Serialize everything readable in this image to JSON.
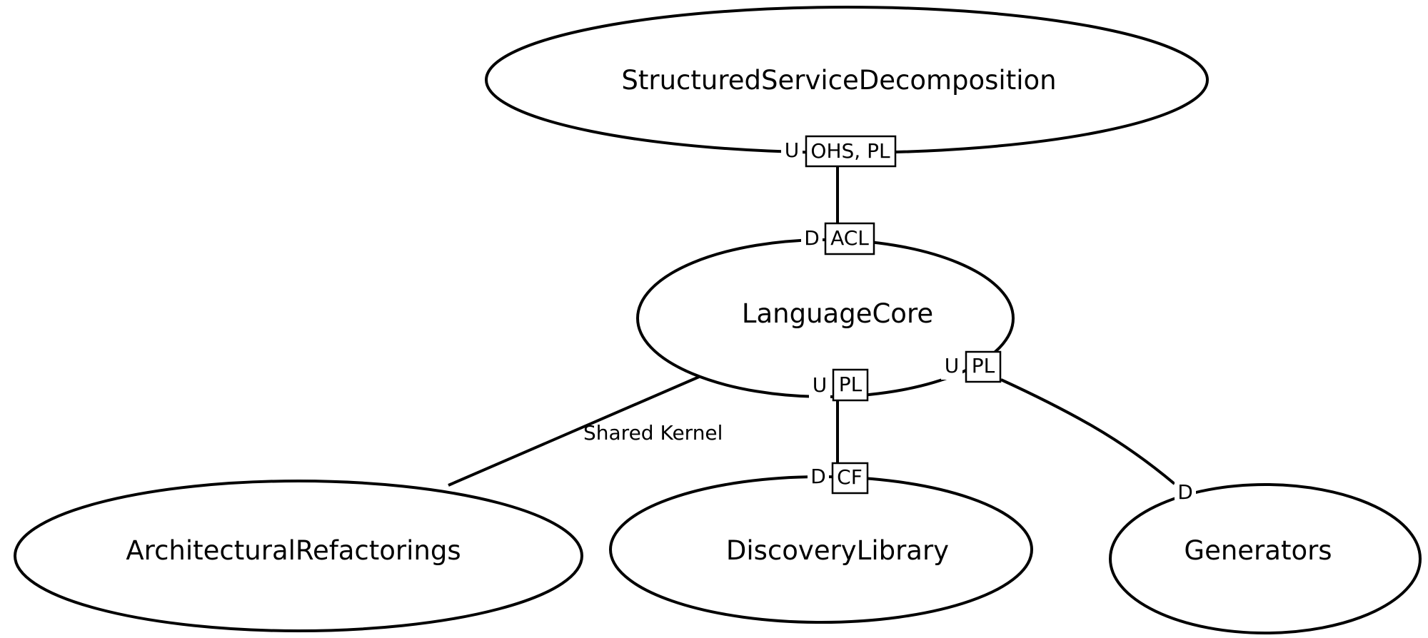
{
  "diagram": {
    "contexts": [
      {
        "id": "ssd",
        "label": "StructuredServiceDecomposition"
      },
      {
        "id": "core",
        "label": "LanguageCore"
      },
      {
        "id": "ar",
        "label": "ArchitecturalRefactorings"
      },
      {
        "id": "dl",
        "label": "DiscoveryLibrary"
      },
      {
        "id": "gen",
        "label": "Generators"
      }
    ],
    "relationships": [
      {
        "id": "ssd-core",
        "upstream": "ssd",
        "downstream": "core",
        "upstream_role": "U",
        "upstream_patterns": "OHS, PL",
        "downstream_role": "D",
        "downstream_patterns": "ACL"
      },
      {
        "id": "core-dl",
        "upstream": "core",
        "downstream": "dl",
        "upstream_role": "U",
        "upstream_patterns": "PL",
        "downstream_role": "D",
        "downstream_patterns": "CF"
      },
      {
        "id": "core-gen",
        "upstream": "core",
        "downstream": "gen",
        "upstream_role": "U",
        "upstream_patterns": "PL",
        "downstream_role": "D",
        "downstream_patterns": ""
      },
      {
        "id": "core-ar",
        "between": [
          "core",
          "ar"
        ],
        "label": "Shared Kernel"
      }
    ]
  }
}
